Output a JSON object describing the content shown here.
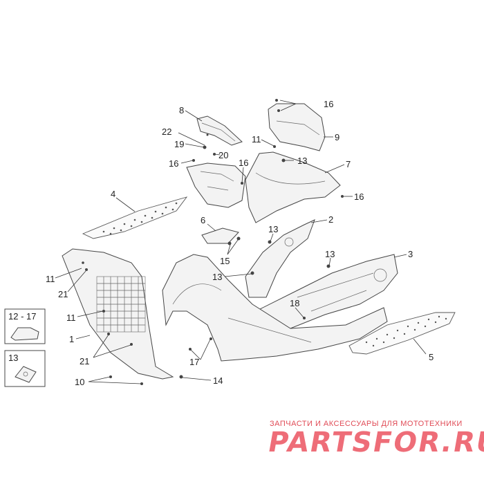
{
  "callouts": {
    "p1": "1",
    "p2": "2",
    "p3": "3",
    "p4": "4",
    "p5": "5",
    "p6": "6",
    "p7": "7",
    "p8": "8",
    "p9": "9",
    "p10": "10",
    "p11a": "11",
    "p11b": "11",
    "p11c": "11",
    "p13a": "13",
    "p13b": "13",
    "p13c": "13",
    "p13d": "13",
    "p14": "14",
    "p15": "15",
    "p16a": "16",
    "p16b": "16",
    "p16c": "16",
    "p16d": "16",
    "p17": "17",
    "p18": "18",
    "p19": "19",
    "p20": "20",
    "p21a": "21",
    "p21b": "21",
    "p22": "22"
  },
  "legend": {
    "box1_label": "12 - 17",
    "box2_label": "13"
  },
  "watermark": {
    "tagline": "ЗАПЧАСТИ И АКСЕССУАРЫ ДЛЯ МОТОТЕХНИКИ",
    "brand": "PARTSFOR.RU"
  },
  "colors": {
    "watermark_red": "#ee6d78",
    "line": "#333333"
  }
}
